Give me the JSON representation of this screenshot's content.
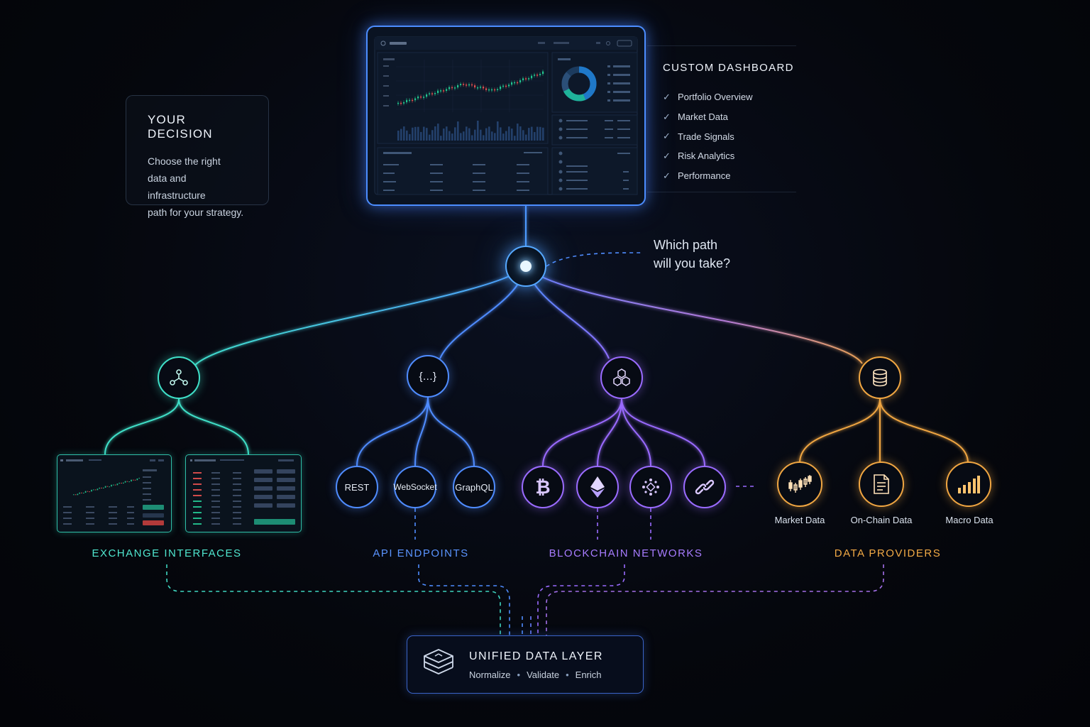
{
  "decision": {
    "title": "YOUR DECISION",
    "line1": "Choose the right",
    "line2": "data and infrastructure",
    "line3": "path for your strategy."
  },
  "dashboard": {
    "title": "CUSTOM DASHBOARD",
    "items": [
      "Portfolio Overview",
      "Market Data",
      "Trade Signals",
      "Risk Analytics",
      "Performance"
    ],
    "check_icon": "check-icon"
  },
  "question": {
    "line1": "Which path",
    "line2": "will you take?"
  },
  "branches": {
    "exchange": {
      "label": "EXCHANGE INTERFACES",
      "icon": "network-nodes-icon",
      "color": "#3fe0c8"
    },
    "api": {
      "label": "API ENDPOINTS",
      "icon": "curly-braces-icon",
      "color": "#4f8cff",
      "icon_text": "{...}",
      "children": [
        "REST",
        "WebSocket",
        "GraphQL"
      ]
    },
    "blockchain": {
      "label": "BLOCKCHAIN NETWORKS",
      "icon": "hexagon-cluster-icon",
      "color": "#9a6bff",
      "children": [
        "bitcoin-icon",
        "ethereum-icon",
        "network-icon",
        "chain-link-icon"
      ]
    },
    "providers": {
      "label": "DATA PROVIDERS",
      "icon": "database-icon",
      "color": "#f0a642",
      "children": [
        "Market Data",
        "On-Chain Data",
        "Macro Data"
      ]
    }
  },
  "unified": {
    "title": "UNIFIED DATA LAYER",
    "steps": [
      "Normalize",
      "Validate",
      "Enrich"
    ],
    "icon": "layers-icon"
  }
}
